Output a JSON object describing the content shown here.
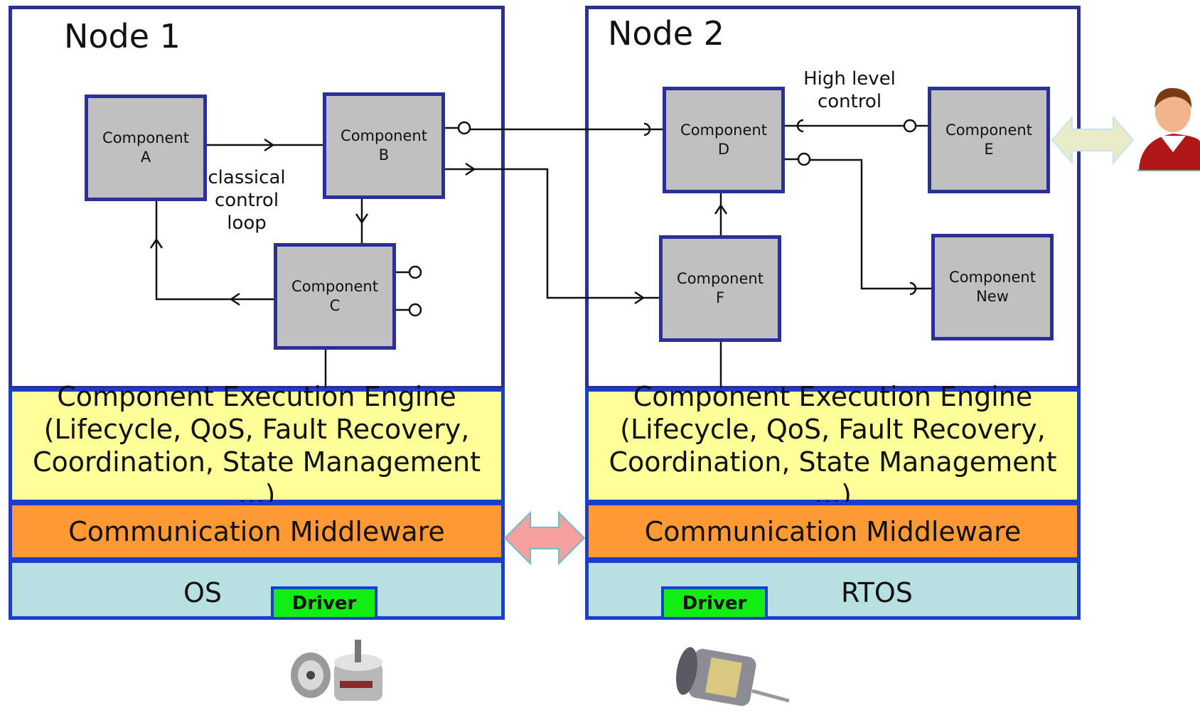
{
  "node1": {
    "title": "Node 1",
    "components": {
      "a": [
        "Component",
        "A"
      ],
      "b": [
        "Component",
        "B"
      ],
      "c": [
        "Component",
        "C"
      ]
    },
    "loop_label": [
      "classical",
      "control",
      "loop"
    ],
    "engine": [
      "Component Execution Engine",
      "(Lifecycle, QoS, Fault Recovery,",
      "Coordination, State Management …)"
    ],
    "middleware": "Communication Middleware",
    "os": "OS",
    "driver": "Driver"
  },
  "node2": {
    "title": "Node 2",
    "components": {
      "d": [
        "Component",
        "D"
      ],
      "e": [
        "Component",
        "E"
      ],
      "f": [
        "Component",
        "F"
      ],
      "new": [
        "Component",
        "New"
      ]
    },
    "control_label": [
      "High level",
      "control"
    ],
    "engine": [
      "Component Execution Engine",
      "(Lifecycle, QoS, Fault Recovery,",
      "Coordination, State Management …)"
    ],
    "middleware": "Communication Middleware",
    "os": "RTOS",
    "driver": "Driver"
  },
  "colors": {
    "frame": "#2a2f9a",
    "component_fill": "#c0c0c0",
    "engine_fill": "#ffff99",
    "middleware_fill": "#ff9933",
    "os_fill": "#b8e0e0",
    "driver_fill": "#11ee11",
    "node_link_arrow": "#f4a0a0",
    "user_link_arrow": "#e8ecc8"
  },
  "icons": {
    "user": "user-icon",
    "encoder": "encoder-device-icon",
    "motor": "motor-device-icon"
  }
}
